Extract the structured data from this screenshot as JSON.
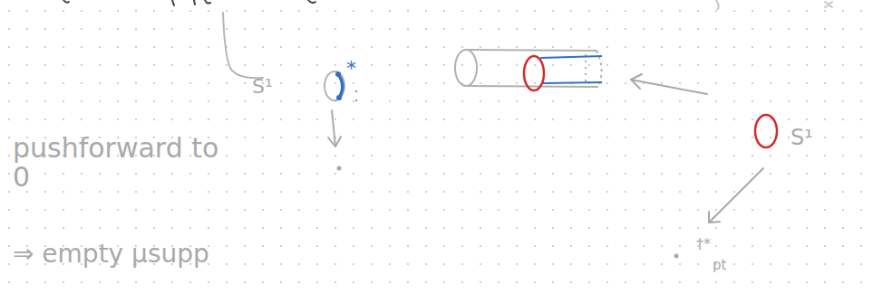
{
  "diagram": {
    "labels": [
      "S¹",
      "*",
      "pushforward to 0",
      "⇒ empty μsupp",
      "S¹",
      "†*",
      "pt"
    ]
  }
}
